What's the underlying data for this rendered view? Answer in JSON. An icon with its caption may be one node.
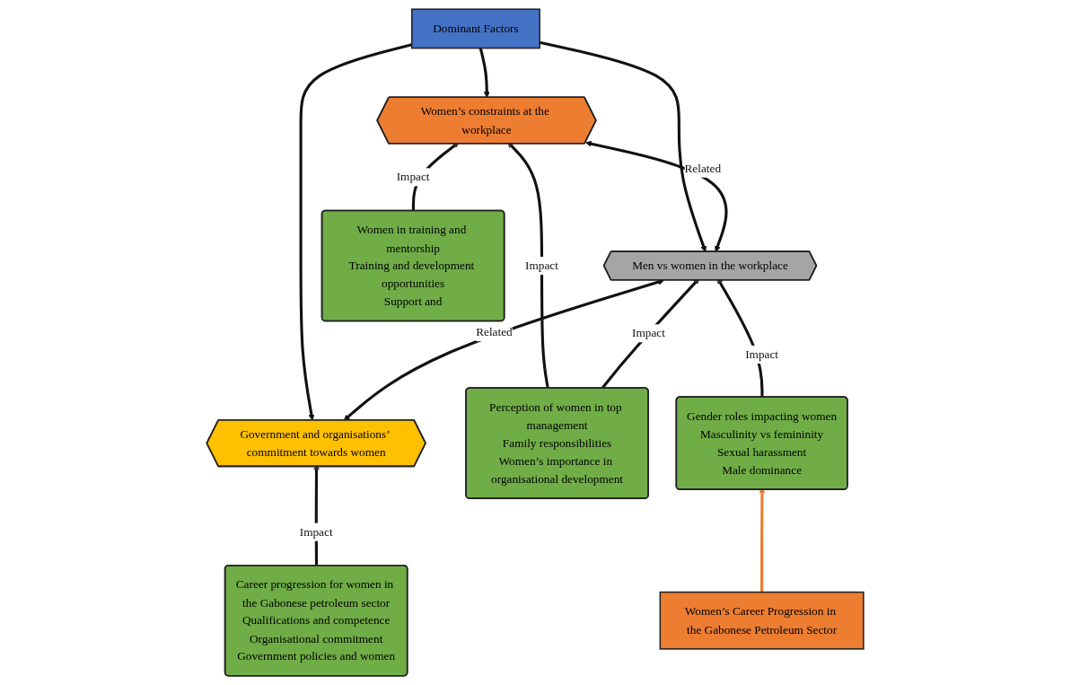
{
  "diagram": {
    "nodes": [
      {
        "text": [
          "Dominant Factors"
        ]
      },
      {
        "text": [
          "Women’s constraints at the workplace"
        ]
      },
      {
        "text": [
          "Men vs women in the workplace"
        ]
      },
      {
        "text": [
          "Government and organisations’ commitment towards women"
        ]
      },
      {
        "text": [
          "Women in training and mentorship",
          "Training and development opportunities",
          "Support and"
        ]
      },
      {
        "text": [
          "Perception of women in top management",
          "Family responsibilities",
          "Women’s importance in organisational development"
        ]
      },
      {
        "text": [
          "Gender roles impacting women",
          "Masculinity vs femininity",
          "Sexual harassment",
          "Male dominance"
        ]
      },
      {
        "text": [
          "Career progression for women in the Gabonese petroleum sector",
          "Qualifications and competence",
          "Organisational commitment",
          "Government policies and women"
        ]
      },
      {
        "text": [
          "Women’s Career Progression in the Gabonese Petroleum Sector"
        ]
      }
    ],
    "edges": [
      {
        "from": 0,
        "to": 1,
        "arrow": "to"
      },
      {
        "from": 0,
        "to": 2,
        "arrow": "to"
      },
      {
        "from": 0,
        "to": 3,
        "arrow": "to"
      },
      {
        "from": 1,
        "to": 2,
        "arrow": "both",
        "label": "Related"
      },
      {
        "from": 2,
        "to": 3,
        "arrow": "both",
        "label": "Related"
      },
      {
        "from": 4,
        "to": 1,
        "arrow": "to",
        "label": "Impact"
      },
      {
        "from": 5,
        "to": 1,
        "arrow": "to",
        "label": "Impact"
      },
      {
        "from": 5,
        "to": 2,
        "arrow": "to",
        "label": "Impact"
      },
      {
        "from": 6,
        "to": 2,
        "arrow": "to",
        "label": "Impact"
      },
      {
        "from": 7,
        "to": 3,
        "arrow": "to",
        "label": "Impact"
      },
      {
        "from": 8,
        "to": 6,
        "arrow": "to",
        "color": "#ed7d31"
      }
    ]
  }
}
